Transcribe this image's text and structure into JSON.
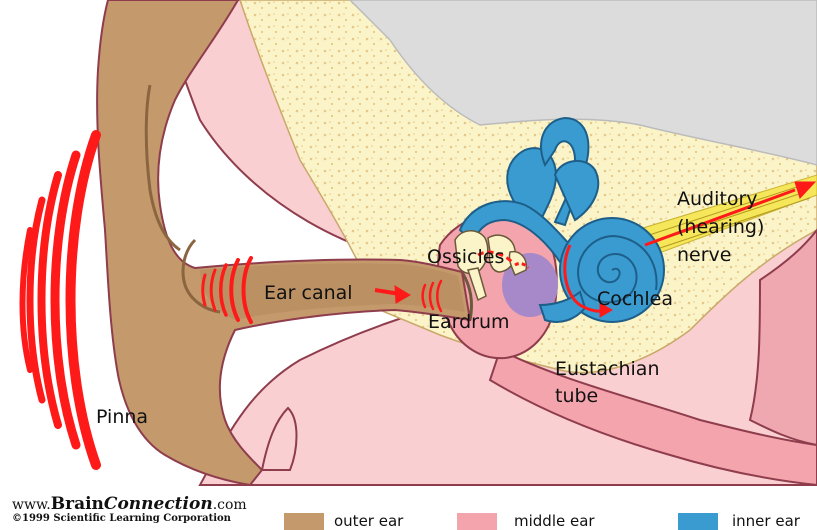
{
  "labels": {
    "pinna": "Pinna",
    "ear_canal": "Ear canal",
    "ossicles": "Ossicles",
    "eardrum": "Eardrum",
    "cochlea": "Cochlea",
    "eustachian_1": "Eustachian",
    "eustachian_2": "tube",
    "auditory_1": "Auditory",
    "auditory_2": "(hearing)",
    "auditory_3": "nerve"
  },
  "credit": {
    "site_prefix": "www.",
    "site_brain": "Brain",
    "site_connection": "Connection",
    "site_suffix": ".com",
    "copyright": "©1999 Scientific Learning Corporation"
  },
  "legend": [
    {
      "label": "outer ear",
      "color": "#c49a6c"
    },
    {
      "label": "middle ear",
      "color": "#f4a4ad"
    },
    {
      "label": "inner ear",
      "color": "#3a9bd0"
    }
  ],
  "colors": {
    "skin": "#f9cfd2",
    "skin_dark": "#f0a8b0",
    "outline": "#8f3d4c",
    "bone": "#fbf4c8",
    "bone_dots": "#e6c98a",
    "brain": "#dcdcdc",
    "sound": "#ff1a1a",
    "nerve": "#f5e65a",
    "purple": "#a789c9"
  }
}
